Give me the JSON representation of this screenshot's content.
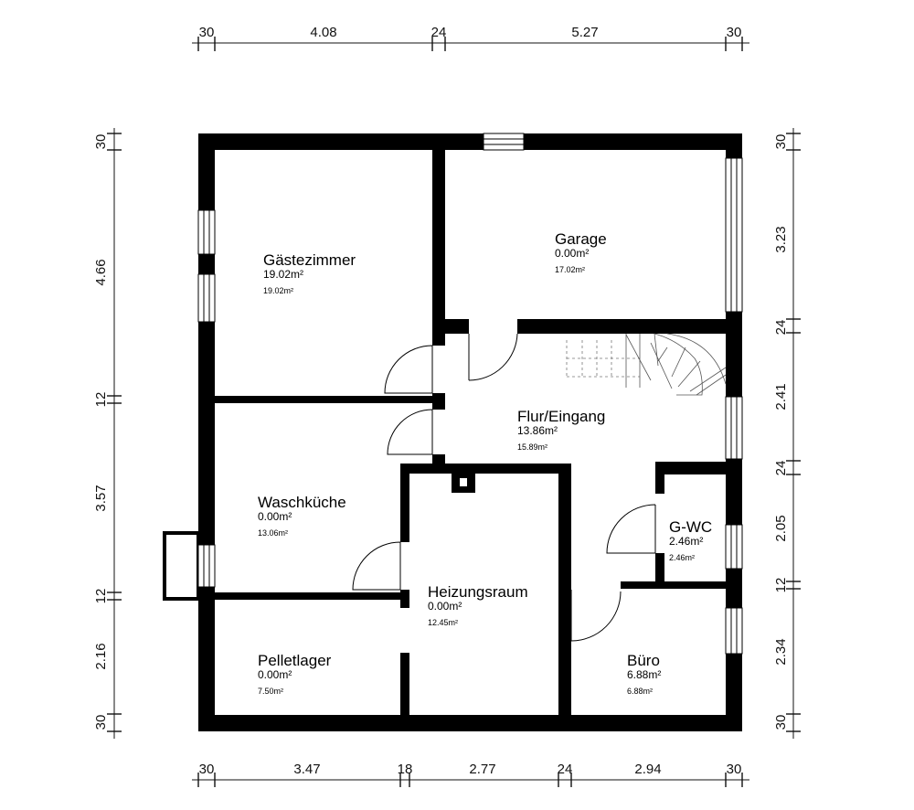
{
  "dimensions": {
    "top": [
      "30",
      "4.08",
      "24",
      "5.27",
      "30"
    ],
    "bottom": [
      "30",
      "3.47",
      "18",
      "2.77",
      "24",
      "2.94",
      "30"
    ],
    "left": [
      "30",
      "4.66",
      "12",
      "3.57",
      "12",
      "2.16",
      "30"
    ],
    "right": [
      "30",
      "3.23",
      "24",
      "2.41",
      "24",
      "2.05",
      "12",
      "2.34",
      "30"
    ]
  },
  "rooms": [
    {
      "name": "Gästezimmer",
      "area": "19.02m²",
      "area2": "19.02m²"
    },
    {
      "name": "Garage",
      "area": "0.00m²",
      "area2": "17.02m²"
    },
    {
      "name": "Flur/Eingang",
      "area": "13.86m²",
      "area2": "15.89m²"
    },
    {
      "name": "Waschküche",
      "area": "0.00m²",
      "area2": "13.06m²"
    },
    {
      "name": "G-WC",
      "area": "2.46m²",
      "area2": "2.46m²"
    },
    {
      "name": "Heizungsraum",
      "area": "0.00m²",
      "area2": "12.45m²"
    },
    {
      "name": "Pelletlager",
      "area": "0.00m²",
      "area2": "7.50m²"
    },
    {
      "name": "Büro",
      "area": "6.88m²",
      "area2": "6.88m²"
    }
  ]
}
